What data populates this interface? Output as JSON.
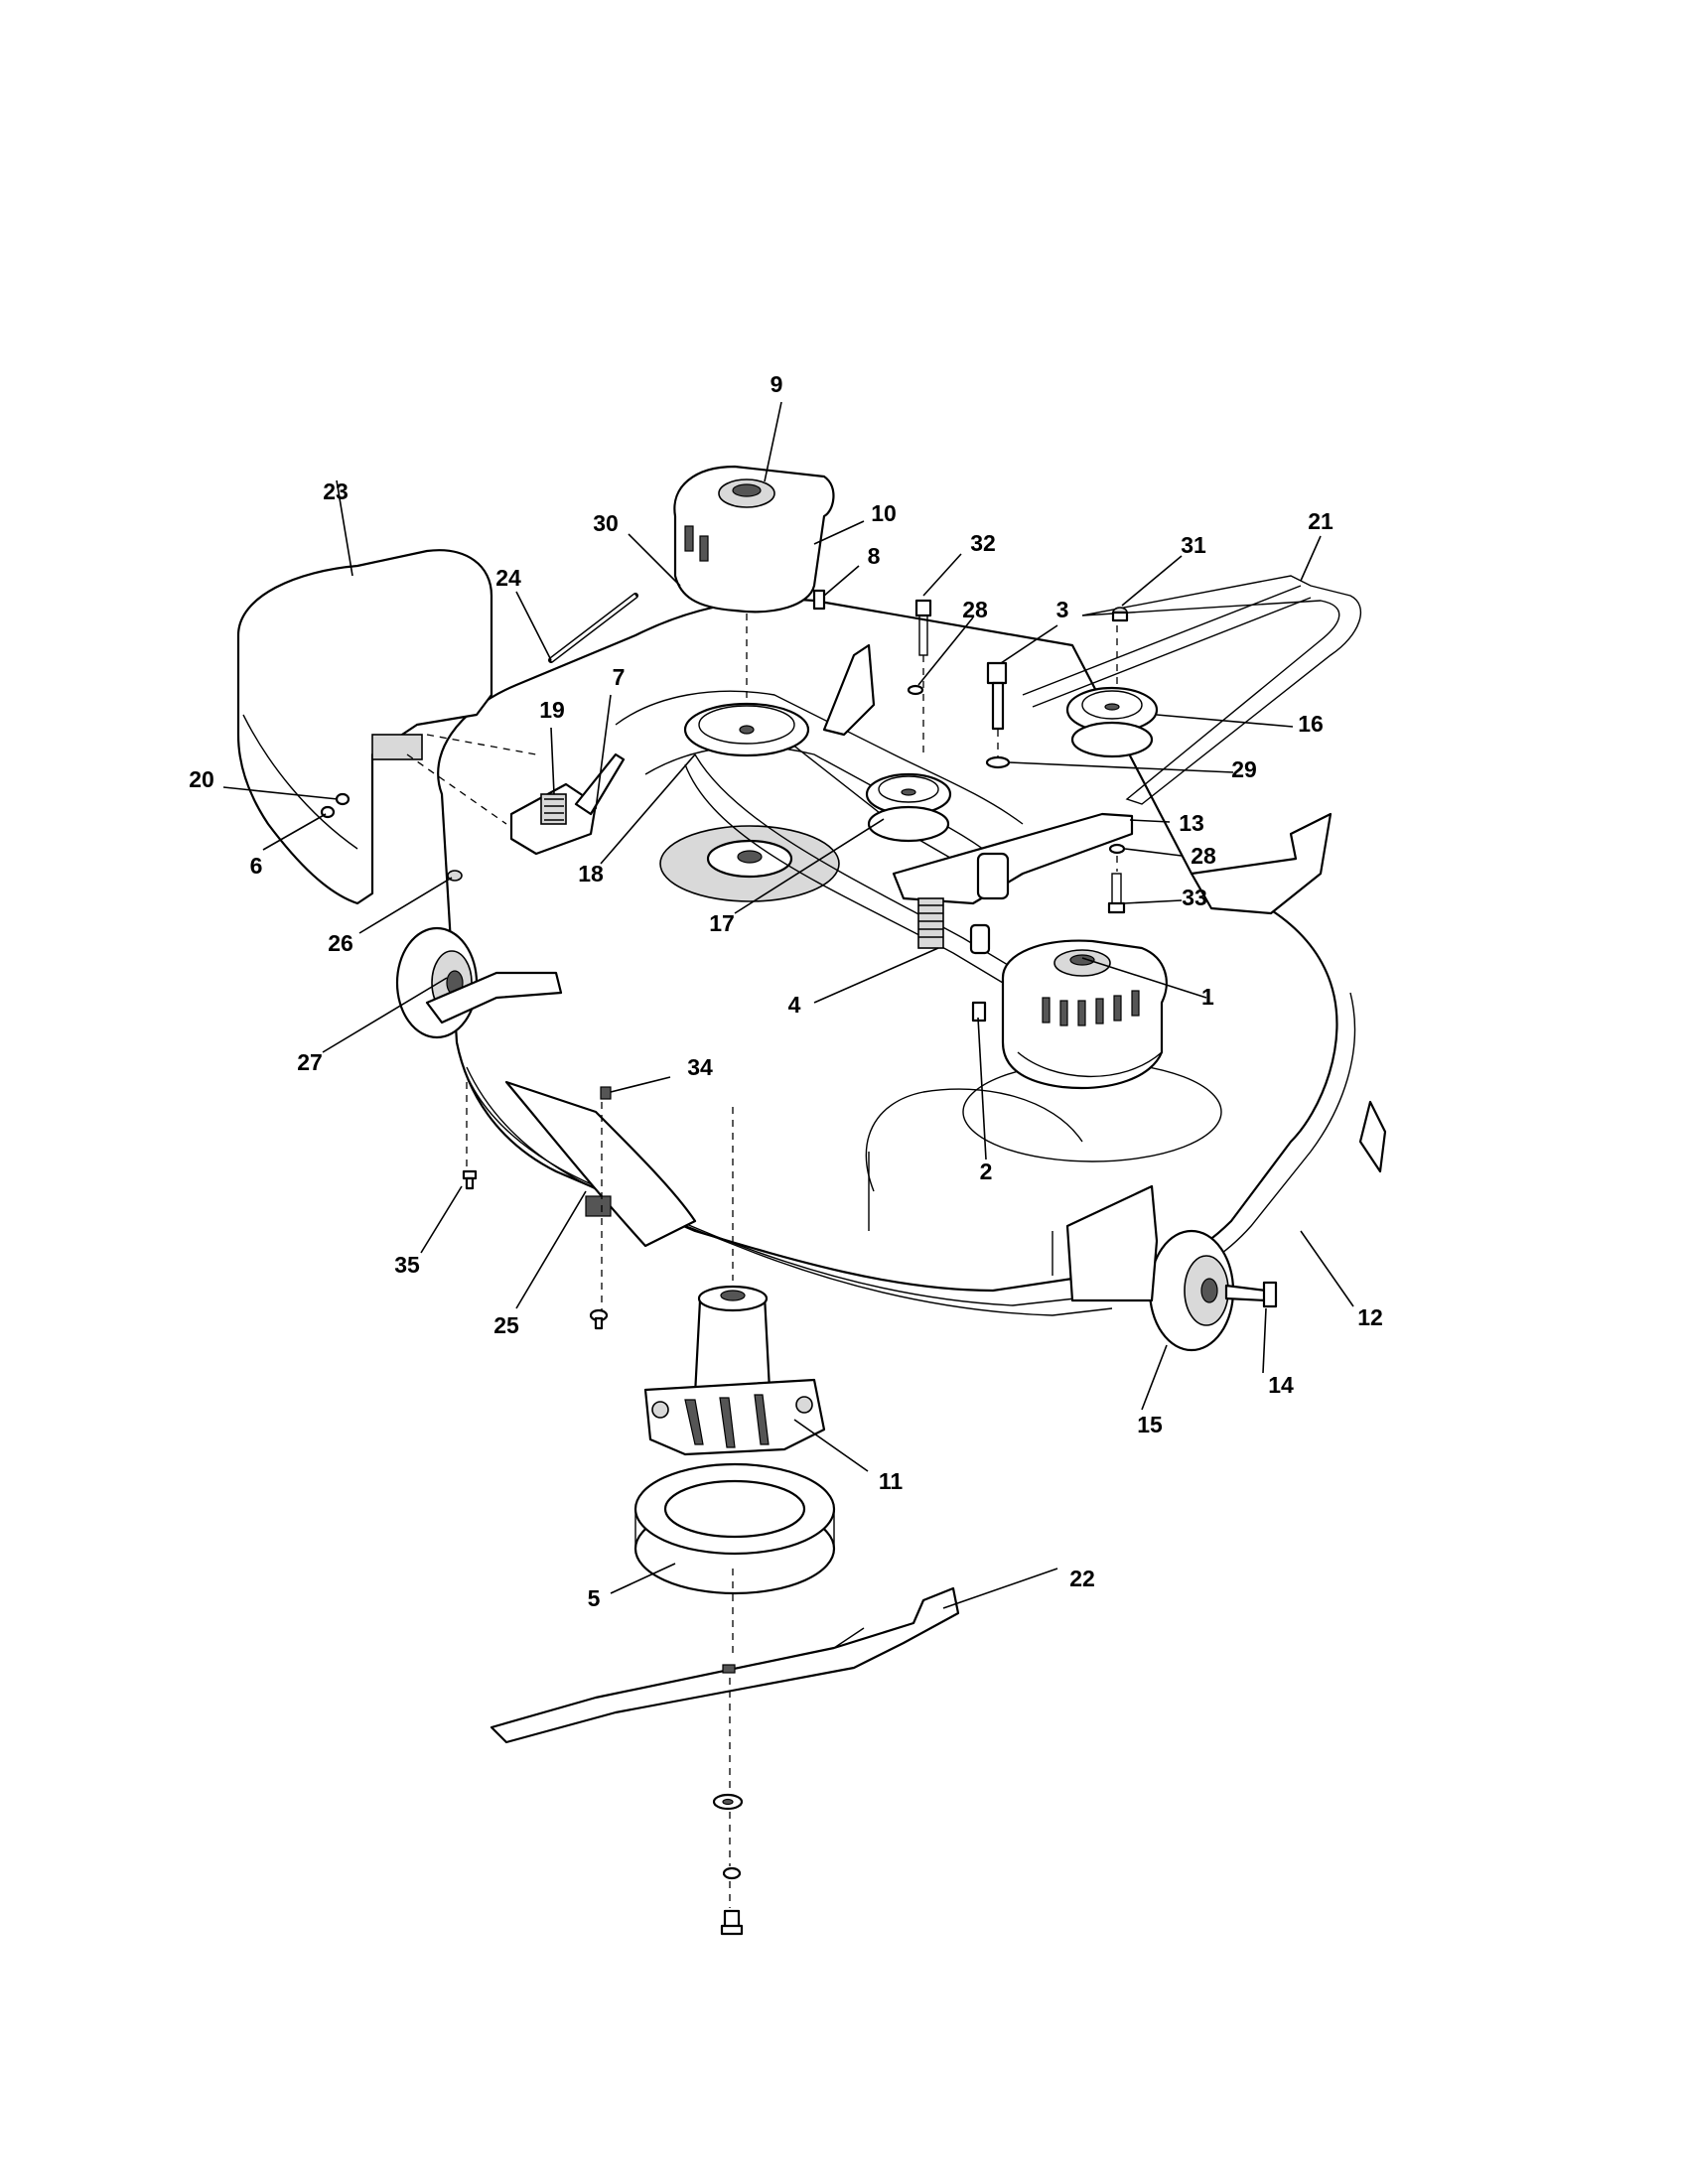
{
  "callouts": [
    {
      "id": "c1",
      "text": "1"
    },
    {
      "id": "c2",
      "text": "2"
    },
    {
      "id": "c3",
      "text": "3"
    },
    {
      "id": "c4",
      "text": "4"
    },
    {
      "id": "c5",
      "text": "5"
    },
    {
      "id": "c6",
      "text": "6"
    },
    {
      "id": "c7",
      "text": "7"
    },
    {
      "id": "c8",
      "text": "8"
    },
    {
      "id": "c9",
      "text": "9"
    },
    {
      "id": "c10",
      "text": "10"
    },
    {
      "id": "c11",
      "text": "11"
    },
    {
      "id": "c12",
      "text": "12"
    },
    {
      "id": "c13",
      "text": "13"
    },
    {
      "id": "c14",
      "text": "14"
    },
    {
      "id": "c15",
      "text": "15"
    },
    {
      "id": "c16",
      "text": "16"
    },
    {
      "id": "c17",
      "text": "17"
    },
    {
      "id": "c18",
      "text": "18"
    },
    {
      "id": "c19",
      "text": "19"
    },
    {
      "id": "c20",
      "text": "20"
    },
    {
      "id": "c21",
      "text": "21"
    },
    {
      "id": "c22",
      "text": "22"
    },
    {
      "id": "c23",
      "text": "23"
    },
    {
      "id": "c24",
      "text": "24"
    },
    {
      "id": "c25",
      "text": "25"
    },
    {
      "id": "c26",
      "text": "26"
    },
    {
      "id": "c27",
      "text": "27"
    },
    {
      "id": "c28a",
      "text": "28"
    },
    {
      "id": "c28b",
      "text": "28"
    },
    {
      "id": "c29",
      "text": "29"
    },
    {
      "id": "c30",
      "text": "30"
    },
    {
      "id": "c31",
      "text": "31"
    },
    {
      "id": "c32",
      "text": "32"
    },
    {
      "id": "c33",
      "text": "33"
    },
    {
      "id": "c34",
      "text": "34"
    },
    {
      "id": "c35",
      "text": "35"
    }
  ]
}
